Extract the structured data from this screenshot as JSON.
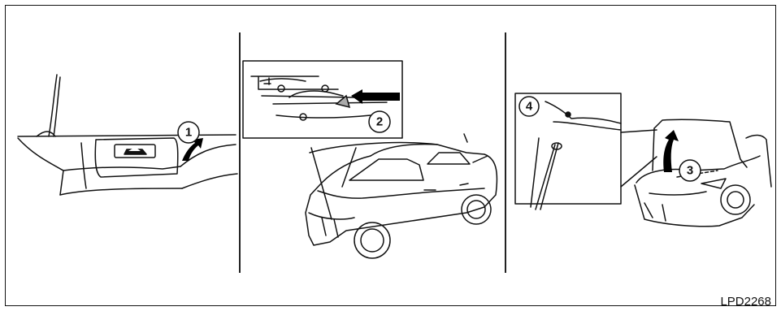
{
  "figure": {
    "steps": [
      {
        "number": "1",
        "description": "hood-release-lever"
      },
      {
        "number": "2",
        "description": "secondary-latch"
      },
      {
        "number": "3",
        "description": "raise-hood"
      },
      {
        "number": "4",
        "description": "hood-support-rod"
      }
    ],
    "reference_code": "LPD2268",
    "colors": {
      "line": "#111111",
      "arrow": "#000000",
      "background": "#ffffff"
    }
  }
}
